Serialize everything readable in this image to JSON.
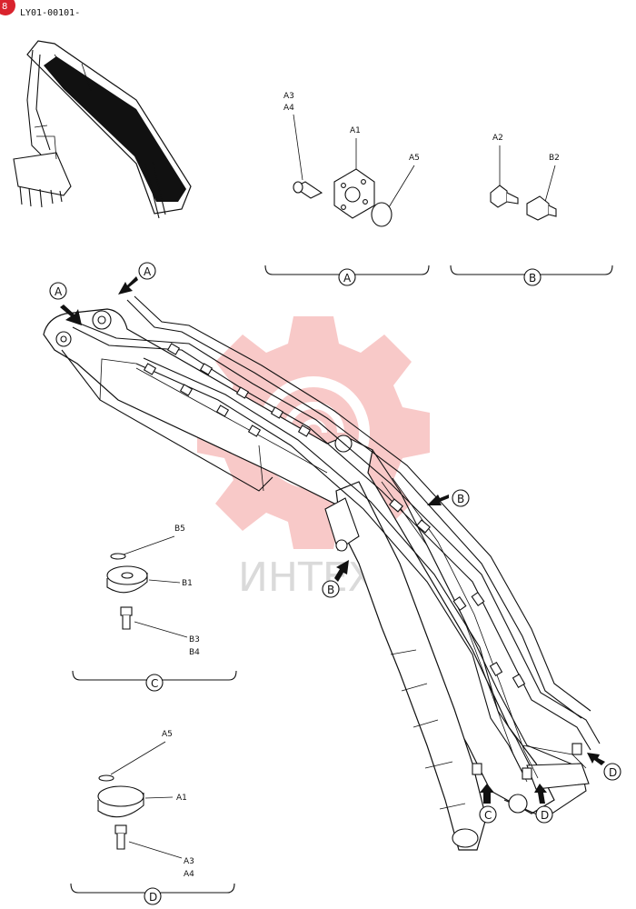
{
  "header": {
    "corner_badge": "8",
    "doc_code": "LY01-00101-"
  },
  "watermark": {
    "text": "ИНТЕХ",
    "color": "#e8403c"
  },
  "views": {
    "A": {
      "label": "A",
      "parts": [
        "A3",
        "A4",
        "A1",
        "A5"
      ]
    },
    "B": {
      "label": "B",
      "parts": [
        "A2",
        "B2"
      ]
    },
    "C": {
      "label": "C",
      "parts": [
        "B5",
        "B1",
        "B3",
        "B4"
      ]
    },
    "D": {
      "label": "D",
      "parts": [
        "A5",
        "A1",
        "A3",
        "A4"
      ]
    }
  },
  "callouts": [
    {
      "label": "A"
    },
    {
      "label": "A"
    },
    {
      "label": "B"
    },
    {
      "label": "B"
    },
    {
      "label": "C"
    },
    {
      "label": "D"
    },
    {
      "label": "D"
    }
  ]
}
